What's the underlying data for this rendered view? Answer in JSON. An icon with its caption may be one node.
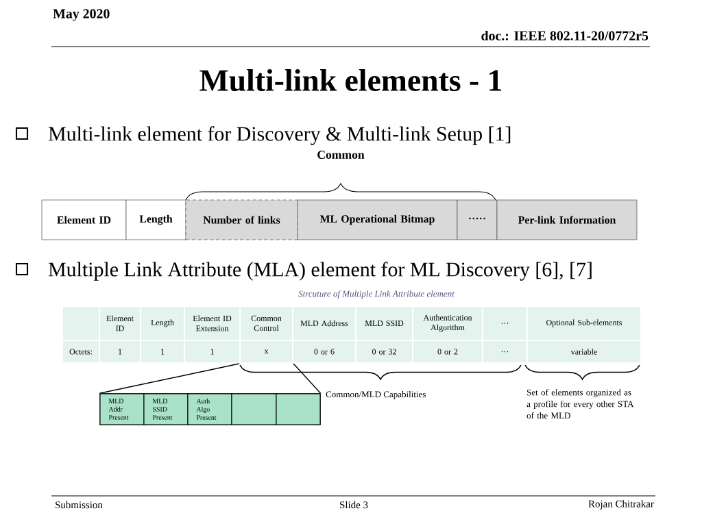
{
  "diagram": {
    "title": "Multi-link elements - 1",
    "nodes": [
      {
        "text": [
          "Element ID"
        ]
      },
      {
        "text": [
          "Length"
        ]
      },
      {
        "text": [
          "Number of links"
        ]
      },
      {
        "text": [
          "ML Operational Bitmap"
        ]
      },
      {
        "text": [
          "·····"
        ]
      },
      {
        "text": [
          "Per-link Information"
        ]
      },
      {
        "text": [],
        "shape": "box"
      },
      {
        "text": [
          "Element ID"
        ]
      },
      {
        "text": [
          "Length"
        ]
      },
      {
        "text": [
          "Element ID Extension"
        ]
      },
      {
        "text": [
          "Common Control"
        ]
      },
      {
        "text": [
          "MLD Address"
        ]
      },
      {
        "text": [
          "MLD SSID"
        ]
      },
      {
        "text": [
          "Authentication Algorithm"
        ]
      },
      {
        "text": [
          "…"
        ]
      },
      {
        "text": [
          "Optional Sub-elements"
        ]
      },
      {
        "text": [
          "Octets:"
        ]
      },
      {
        "text": [
          "1"
        ]
      },
      {
        "text": [
          "1"
        ]
      },
      {
        "text": [
          "1"
        ]
      },
      {
        "text": [
          "x"
        ]
      },
      {
        "text": [
          "0 or 6"
        ]
      },
      {
        "text": [
          "0 or 32"
        ]
      },
      {
        "text": [
          "0 or 2"
        ]
      },
      {
        "text": [
          "…"
        ]
      },
      {
        "text": [
          "variable"
        ]
      },
      {
        "text": [],
        "shape": "box"
      },
      {
        "text": [
          "MLD Addr Present"
        ],
        "in": 26
      },
      {
        "text": [
          "MLD SSID Present"
        ],
        "in": 26
      },
      {
        "text": [
          "Auth Algo Present"
        ],
        "in": 26
      },
      {
        "text": [],
        "shape": "box",
        "in": 26
      },
      {
        "text": [],
        "shape": "box",
        "in": 26
      }
    ],
    "edges": [
      {
        "from": 20,
        "to": 26,
        "arrow": "none"
      },
      {
        "from": 20,
        "to": 26,
        "arrow": "none"
      }
    ],
    "labels": [
      "May 2020",
      "doc.: IEEE 802.11-20/0772r5",
      "Multi-link element for Discovery & Multi-link Setup [1]",
      "Common",
      "Multiple Link Attribute (MLA) element for ML Discovery [6], [7]",
      "Strcuture of Multiple Link Attribute element",
      "Common/MLD Capabilities",
      "Set of elements organized as a profile for every other STA of the MLD",
      "Submission",
      "Slide 3",
      "Rojan Chitrakar"
    ]
  }
}
